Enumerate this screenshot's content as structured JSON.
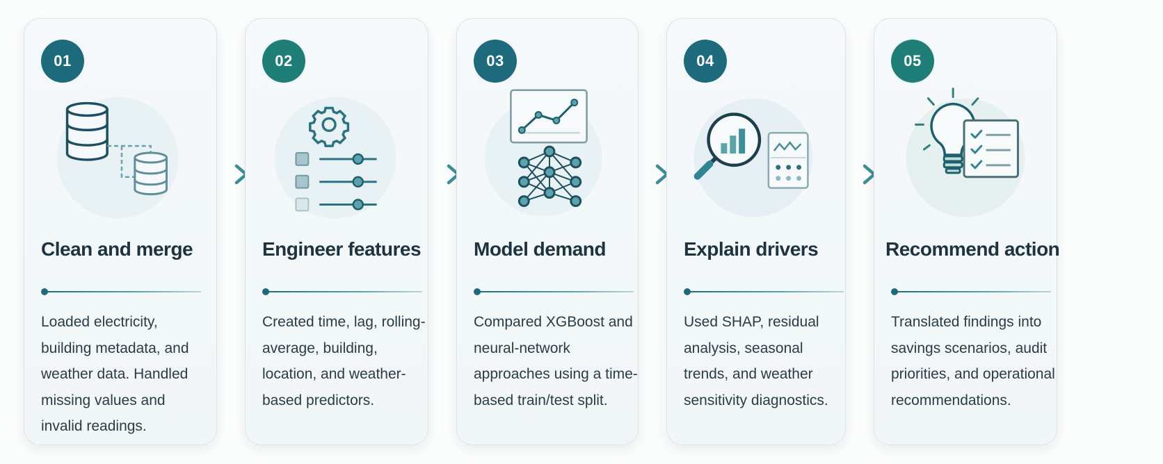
{
  "steps": [
    {
      "number": "01",
      "title": "Clean and merge",
      "description": "Loaded electricity, building metadata, and weather data. Handled missing values and invalid readings.",
      "icon": "database-merge-icon"
    },
    {
      "number": "02",
      "title": "Engineer features",
      "description": "Created time, lag, rolling-average, building, location, and weather-based predictors.",
      "icon": "gear-sliders-icon"
    },
    {
      "number": "03",
      "title": "Model demand",
      "description": "Compared XGBoost and neural-network approaches using a time-based train/test split.",
      "icon": "neural-network-chart-icon"
    },
    {
      "number": "04",
      "title": "Explain drivers",
      "description": "Used SHAP, residual analysis, seasonal trends, and weather sensitivity diagnostics.",
      "icon": "magnifier-chart-icon"
    },
    {
      "number": "05",
      "title": "Recommend action",
      "description": "Translated findings into savings scenarios, audit priorities, and operational recommendations.",
      "icon": "lightbulb-checklist-icon"
    }
  ],
  "colors": {
    "primary": "#1c6a7c",
    "teal": "#1f7f78",
    "heading": "#1d3440",
    "text": "#2a3c45",
    "card_border": "#dbe5e8"
  }
}
